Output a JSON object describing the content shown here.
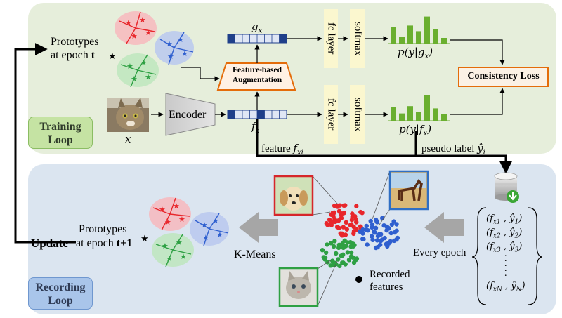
{
  "training": {
    "prototypes_line1": "Prototypes",
    "prototypes_line2": "at epoch ",
    "prototypes_epoch": "t",
    "augmentation_line1": "Feature-based",
    "augmentation_line2": "Augmentation",
    "encoder": "Encoder",
    "fc_top": "fc layer",
    "softmax_top": "softmax",
    "fc_bottom": "fc layer",
    "softmax_bottom": "softmax",
    "gx": "g",
    "gx_sub": "x",
    "fx": "f",
    "fx_sub": "x",
    "x_label": "x",
    "p_top": "p(y|g",
    "p_top_sub": "x",
    "p_top_end": ")",
    "p_bottom": "p(y|f",
    "p_bottom_sub": "x",
    "p_bottom_end": ")",
    "consistency": "Consistency Loss",
    "feature_label": "feature ",
    "feature_sym": "f",
    "feature_sub": "xi",
    "pseudo_label": "pseudo label ",
    "pseudo_sym": "ŷ",
    "pseudo_sub": "i",
    "loop_line1": "Training",
    "loop_line2": "Loop"
  },
  "recording": {
    "update": "Update",
    "prototypes_line1": "Prototypes",
    "prototypes_line2": "at epoch ",
    "prototypes_epoch": "t+1",
    "kmeans": "K-Means",
    "every_epoch": "Every epoch",
    "recorded_line1": "Recorded",
    "recorded_line2": "features",
    "memory": [
      "(f",
      "x1",
      ", ŷ",
      "1",
      ")",
      "(f",
      "x2",
      ", ŷ",
      "2",
      ")",
      "(f",
      "x3",
      ", ŷ",
      "3",
      ")"
    ],
    "mem_rows": [
      {
        "f": "x1",
        "y": "1"
      },
      {
        "f": "x2",
        "y": "2"
      },
      {
        "f": "x3",
        "y": "3"
      },
      {
        "f": "xN",
        "y": "N"
      }
    ],
    "loop_line1": "Recording",
    "loop_line2": "Loop"
  },
  "colors": {
    "training_bg": "#e6eedb",
    "recording_bg": "#dbe5f0",
    "red": "#e8262b",
    "blue": "#2f5fcf",
    "green": "#2ea043",
    "bar_green": "#6aaf2f",
    "yellow_box": "#fbf7cf",
    "orange": "#e46c0a"
  },
  "bars_top": [
    3,
    1.2,
    3.2,
    2.2,
    4.8,
    2.5,
    1
  ],
  "bars_bottom": [
    2.4,
    1.3,
    2.6,
    1.5,
    4.6,
    2.2,
    1.2
  ]
}
